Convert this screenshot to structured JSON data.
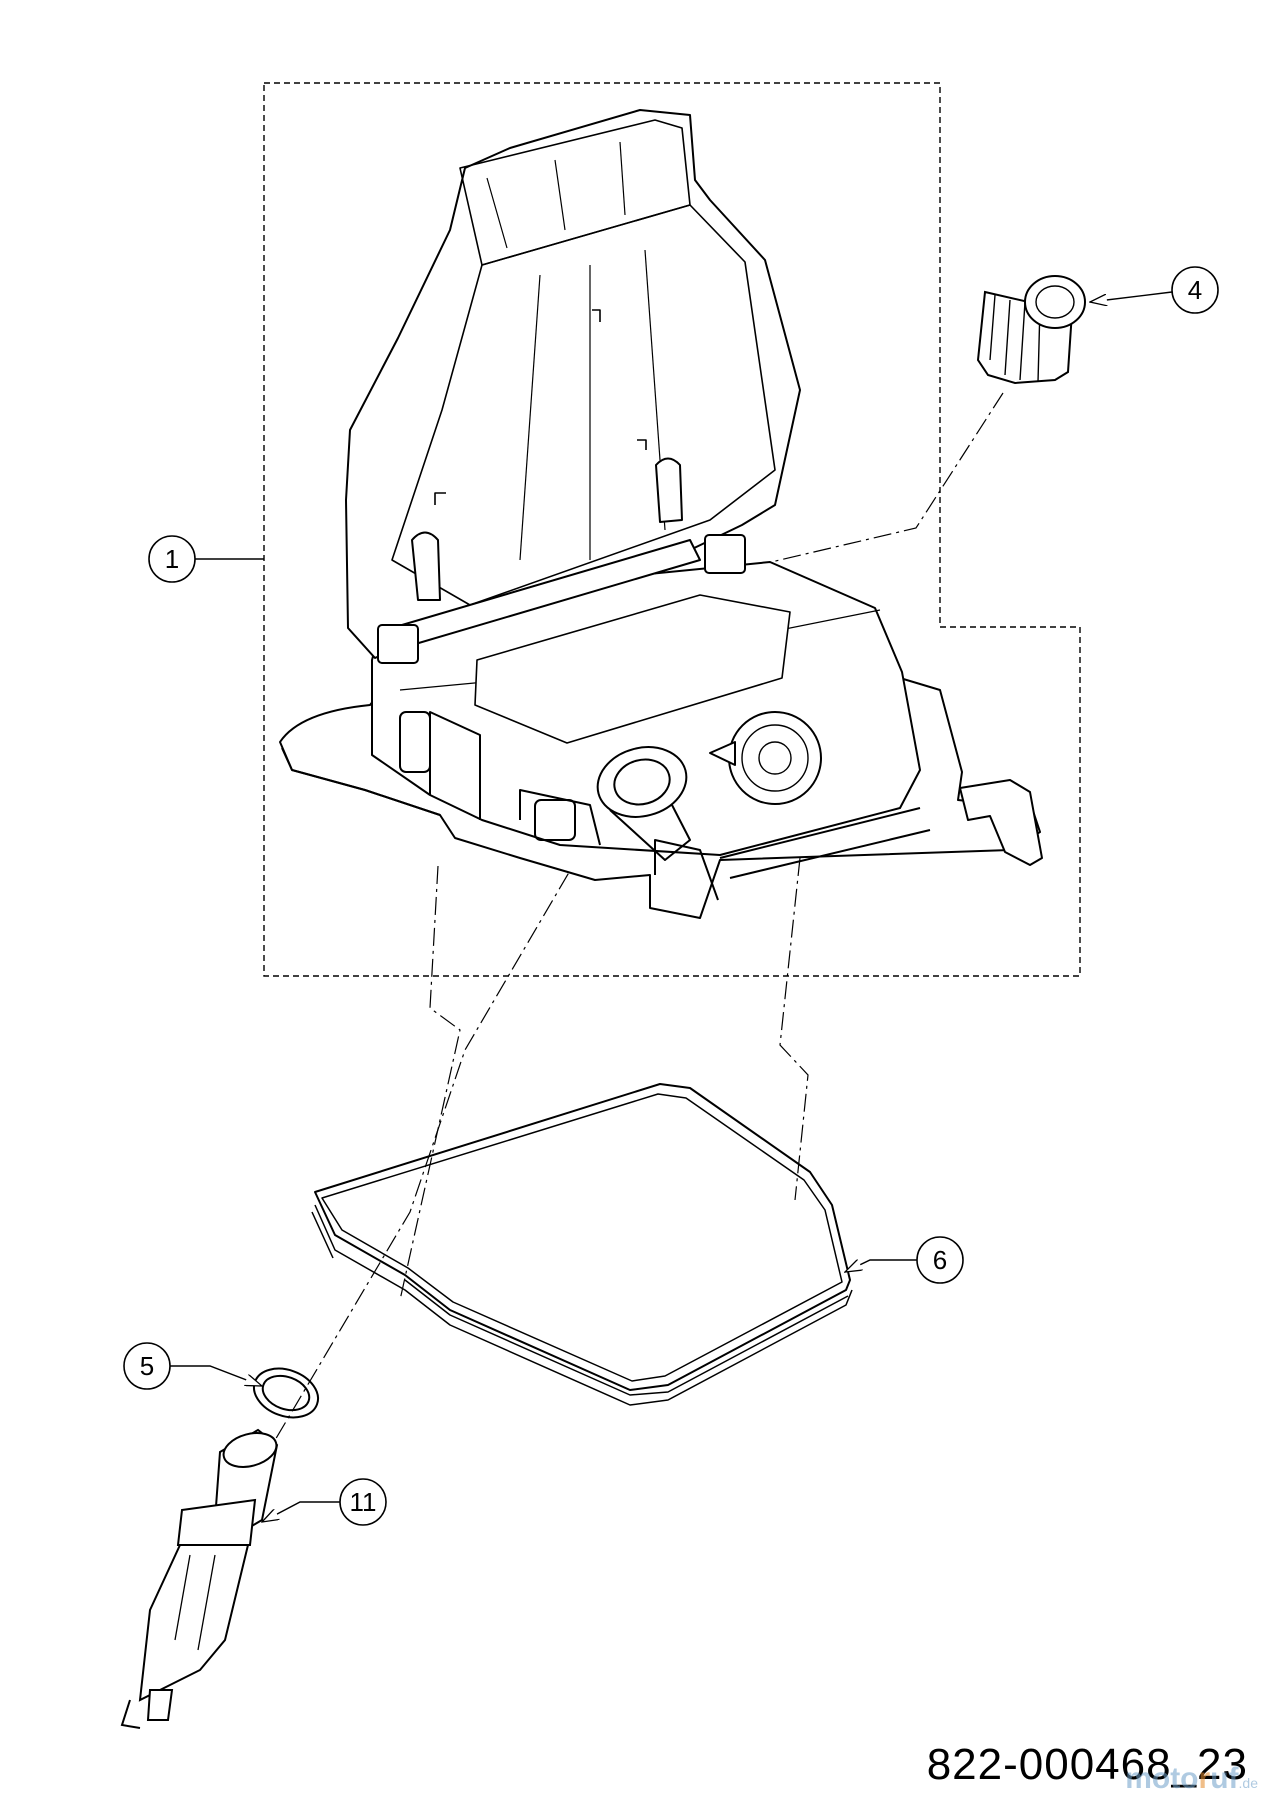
{
  "diagram": {
    "callouts": [
      {
        "id": "1",
        "label": "1"
      },
      {
        "id": "4",
        "label": "4"
      },
      {
        "id": "5",
        "label": "5"
      },
      {
        "id": "6",
        "label": "6"
      },
      {
        "id": "11",
        "label": "11"
      }
    ],
    "part_number": "822-000468_23",
    "watermark": {
      "main": "moto",
      "accent": "r",
      "main2": "uf",
      "tld": ".de"
    }
  },
  "colors": {
    "line": "#000000",
    "background": "#ffffff",
    "watermark_blue": "#6fa0c9",
    "watermark_orange": "#e58a2a"
  }
}
